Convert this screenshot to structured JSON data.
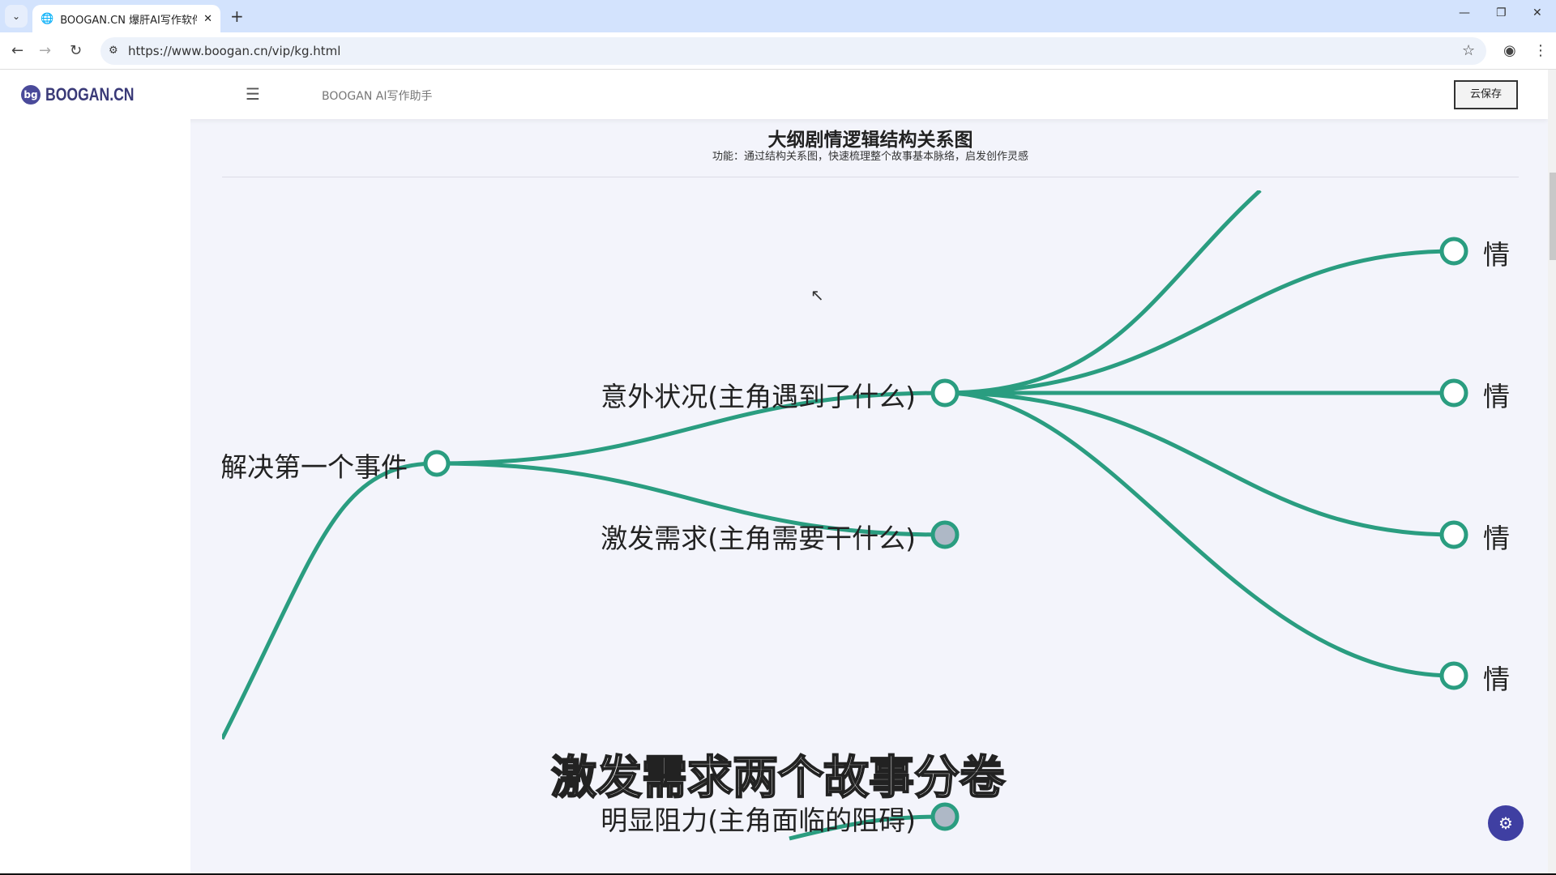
{
  "browser": {
    "tab_title": "BOOGAN.CN 爆肝AI写作软件",
    "url": "https://www.boogan.cn/vip/kg.html"
  },
  "header": {
    "logo_badge": "bg",
    "logo": "BOOGAN.CN",
    "app_title": "BOOGAN AI写作助手",
    "save_label": "云保存"
  },
  "page": {
    "title": "大纲剧情逻辑结构关系图",
    "subtitle": "功能：通过结构关系图，快速梳理整个故事基本脉络，启发创作灵感"
  },
  "graph": {
    "edge_color": "#2a9d80",
    "nodes": [
      {
        "label": "解决第一个事件"
      },
      {
        "label": "意外状况(主角遇到了什么)"
      },
      {
        "label": "激发需求(主角需要干什么)",
        "collapsed": true
      },
      {
        "label": "明显阻力(主角面临的阻碍)",
        "collapsed": true
      },
      {
        "label": "情"
      },
      {
        "label": "情"
      },
      {
        "label": "情"
      },
      {
        "label": "情"
      }
    ]
  },
  "caption": "激发需求两个故事分卷",
  "accent": "#3f3fa2"
}
